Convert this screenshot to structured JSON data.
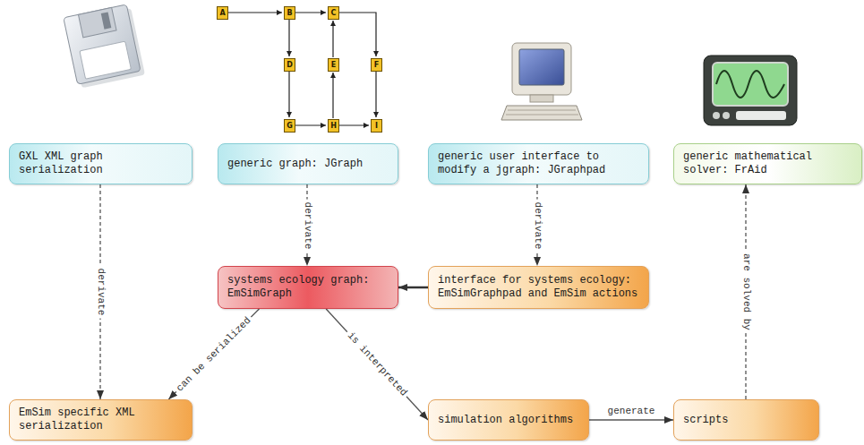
{
  "diagram": {
    "nodes": [
      {
        "text": [
          "GXL XML graph serialization"
        ]
      },
      {
        "text": [
          "generic graph: JGraph"
        ]
      },
      {
        "text": [
          "generic user interface to modify a jgraph: JGraphpad"
        ]
      },
      {
        "text": [
          "generic mathematical solver: FrAid"
        ]
      },
      {
        "text": [
          "systems ecology graph: EmSimGraph"
        ]
      },
      {
        "text": [
          "interface for systems ecology: EmSimGraphpad and EmSim actions"
        ]
      },
      {
        "text": [
          "EmSim specific XML serialization"
        ]
      },
      {
        "text": [
          "simulation algorithms"
        ]
      },
      {
        "text": [
          "scripts"
        ]
      }
    ],
    "edges": [
      {
        "from": 0,
        "to": 6,
        "label": "derivate",
        "arrow": "to"
      },
      {
        "from": 1,
        "to": 4,
        "label": "derivate",
        "arrow": "to"
      },
      {
        "from": 2,
        "to": 5,
        "label": "derivate",
        "arrow": "to"
      },
      {
        "from": 5,
        "to": 4,
        "arrow": "to"
      },
      {
        "from": 4,
        "to": 6,
        "label": "can be serialized",
        "arrow": "to"
      },
      {
        "from": 4,
        "to": 7,
        "label": "is interpreted",
        "arrow": "to"
      },
      {
        "from": 7,
        "to": 8,
        "label": "generate",
        "arrow": "to"
      },
      {
        "from": 8,
        "to": 3,
        "label": "are solved by",
        "arrow": "to"
      }
    ],
    "labels": [
      "A",
      "B",
      "C",
      "D",
      "E",
      "F",
      "G",
      "H",
      "I"
    ]
  }
}
